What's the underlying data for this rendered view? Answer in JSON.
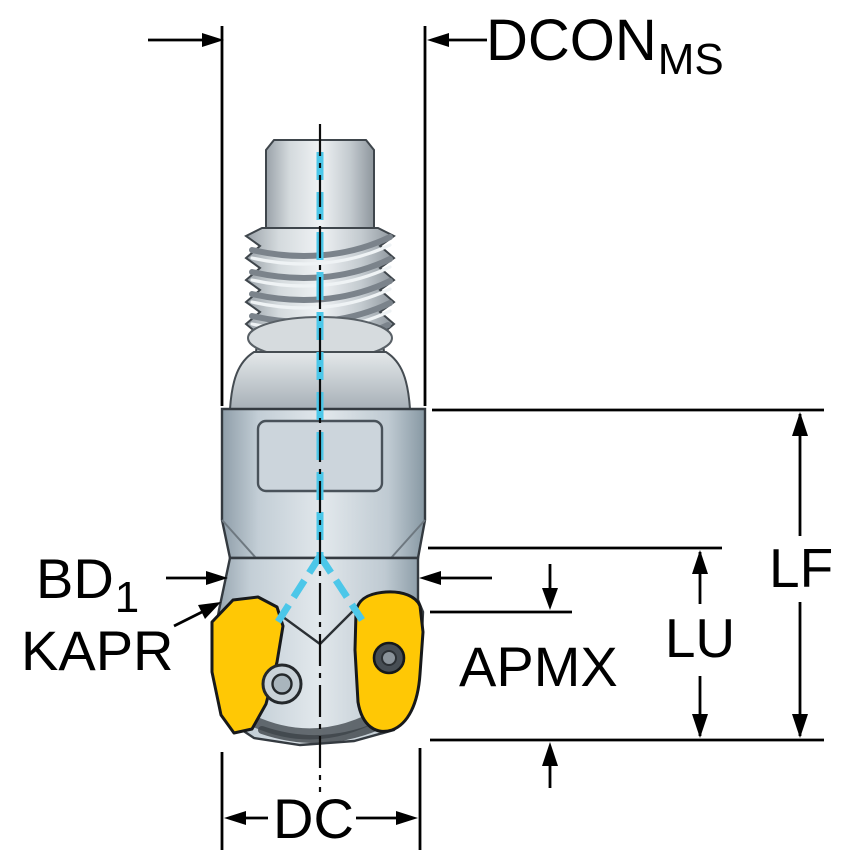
{
  "labels": {
    "dcon": {
      "text": "DCON",
      "sub": "MS"
    },
    "lf": {
      "text": "LF"
    },
    "lu": {
      "text": "LU"
    },
    "apmx": {
      "text": "APMX"
    },
    "bd": {
      "text": "BD",
      "sub": "1"
    },
    "kapr": {
      "text": "KAPR"
    },
    "dc": {
      "text": "DC"
    }
  },
  "colors": {
    "insert_yellow": "#FFC805",
    "coolant_cyan": "#4CC7E9",
    "line_black": "#000000",
    "body_blue_gray": "#C9D3DA",
    "background": "#FFFFFF"
  }
}
